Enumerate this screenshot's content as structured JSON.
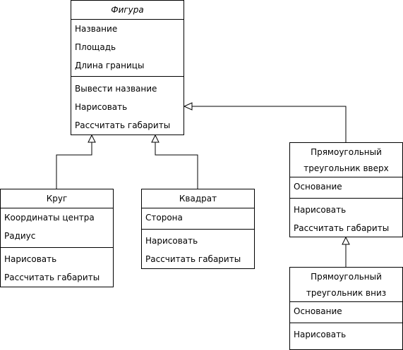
{
  "classes": {
    "figure": {
      "name": "Фигура",
      "attributes": [
        "Название",
        "Площадь",
        "Длина границы"
      ],
      "methods": [
        "Вывести название",
        "Нарисовать",
        "Рассчитать габариты"
      ]
    },
    "circle": {
      "name": "Круг",
      "attributes": [
        "Координаты центра",
        "Радиус"
      ],
      "methods": [
        "Нарисовать",
        "Рассчитать габариты"
      ]
    },
    "square": {
      "name": "Квадрат",
      "attributes": [
        "Сторона"
      ],
      "methods": [
        "Нарисовать",
        "Рассчитать габариты"
      ]
    },
    "triangle_up": {
      "name_line1": "Прямоугольный",
      "name_line2": "треугольник вверх",
      "attributes": [
        "Основание"
      ],
      "methods": [
        "Нарисовать",
        "Рассчитать габариты"
      ]
    },
    "triangle_down": {
      "name_line1": "Прямоугольный",
      "name_line2": "треугольник вниз",
      "attributes": [
        "Основание"
      ],
      "methods": [
        "Нарисовать"
      ]
    }
  },
  "colors": {
    "line": "#000000",
    "background": "#ffffff"
  }
}
